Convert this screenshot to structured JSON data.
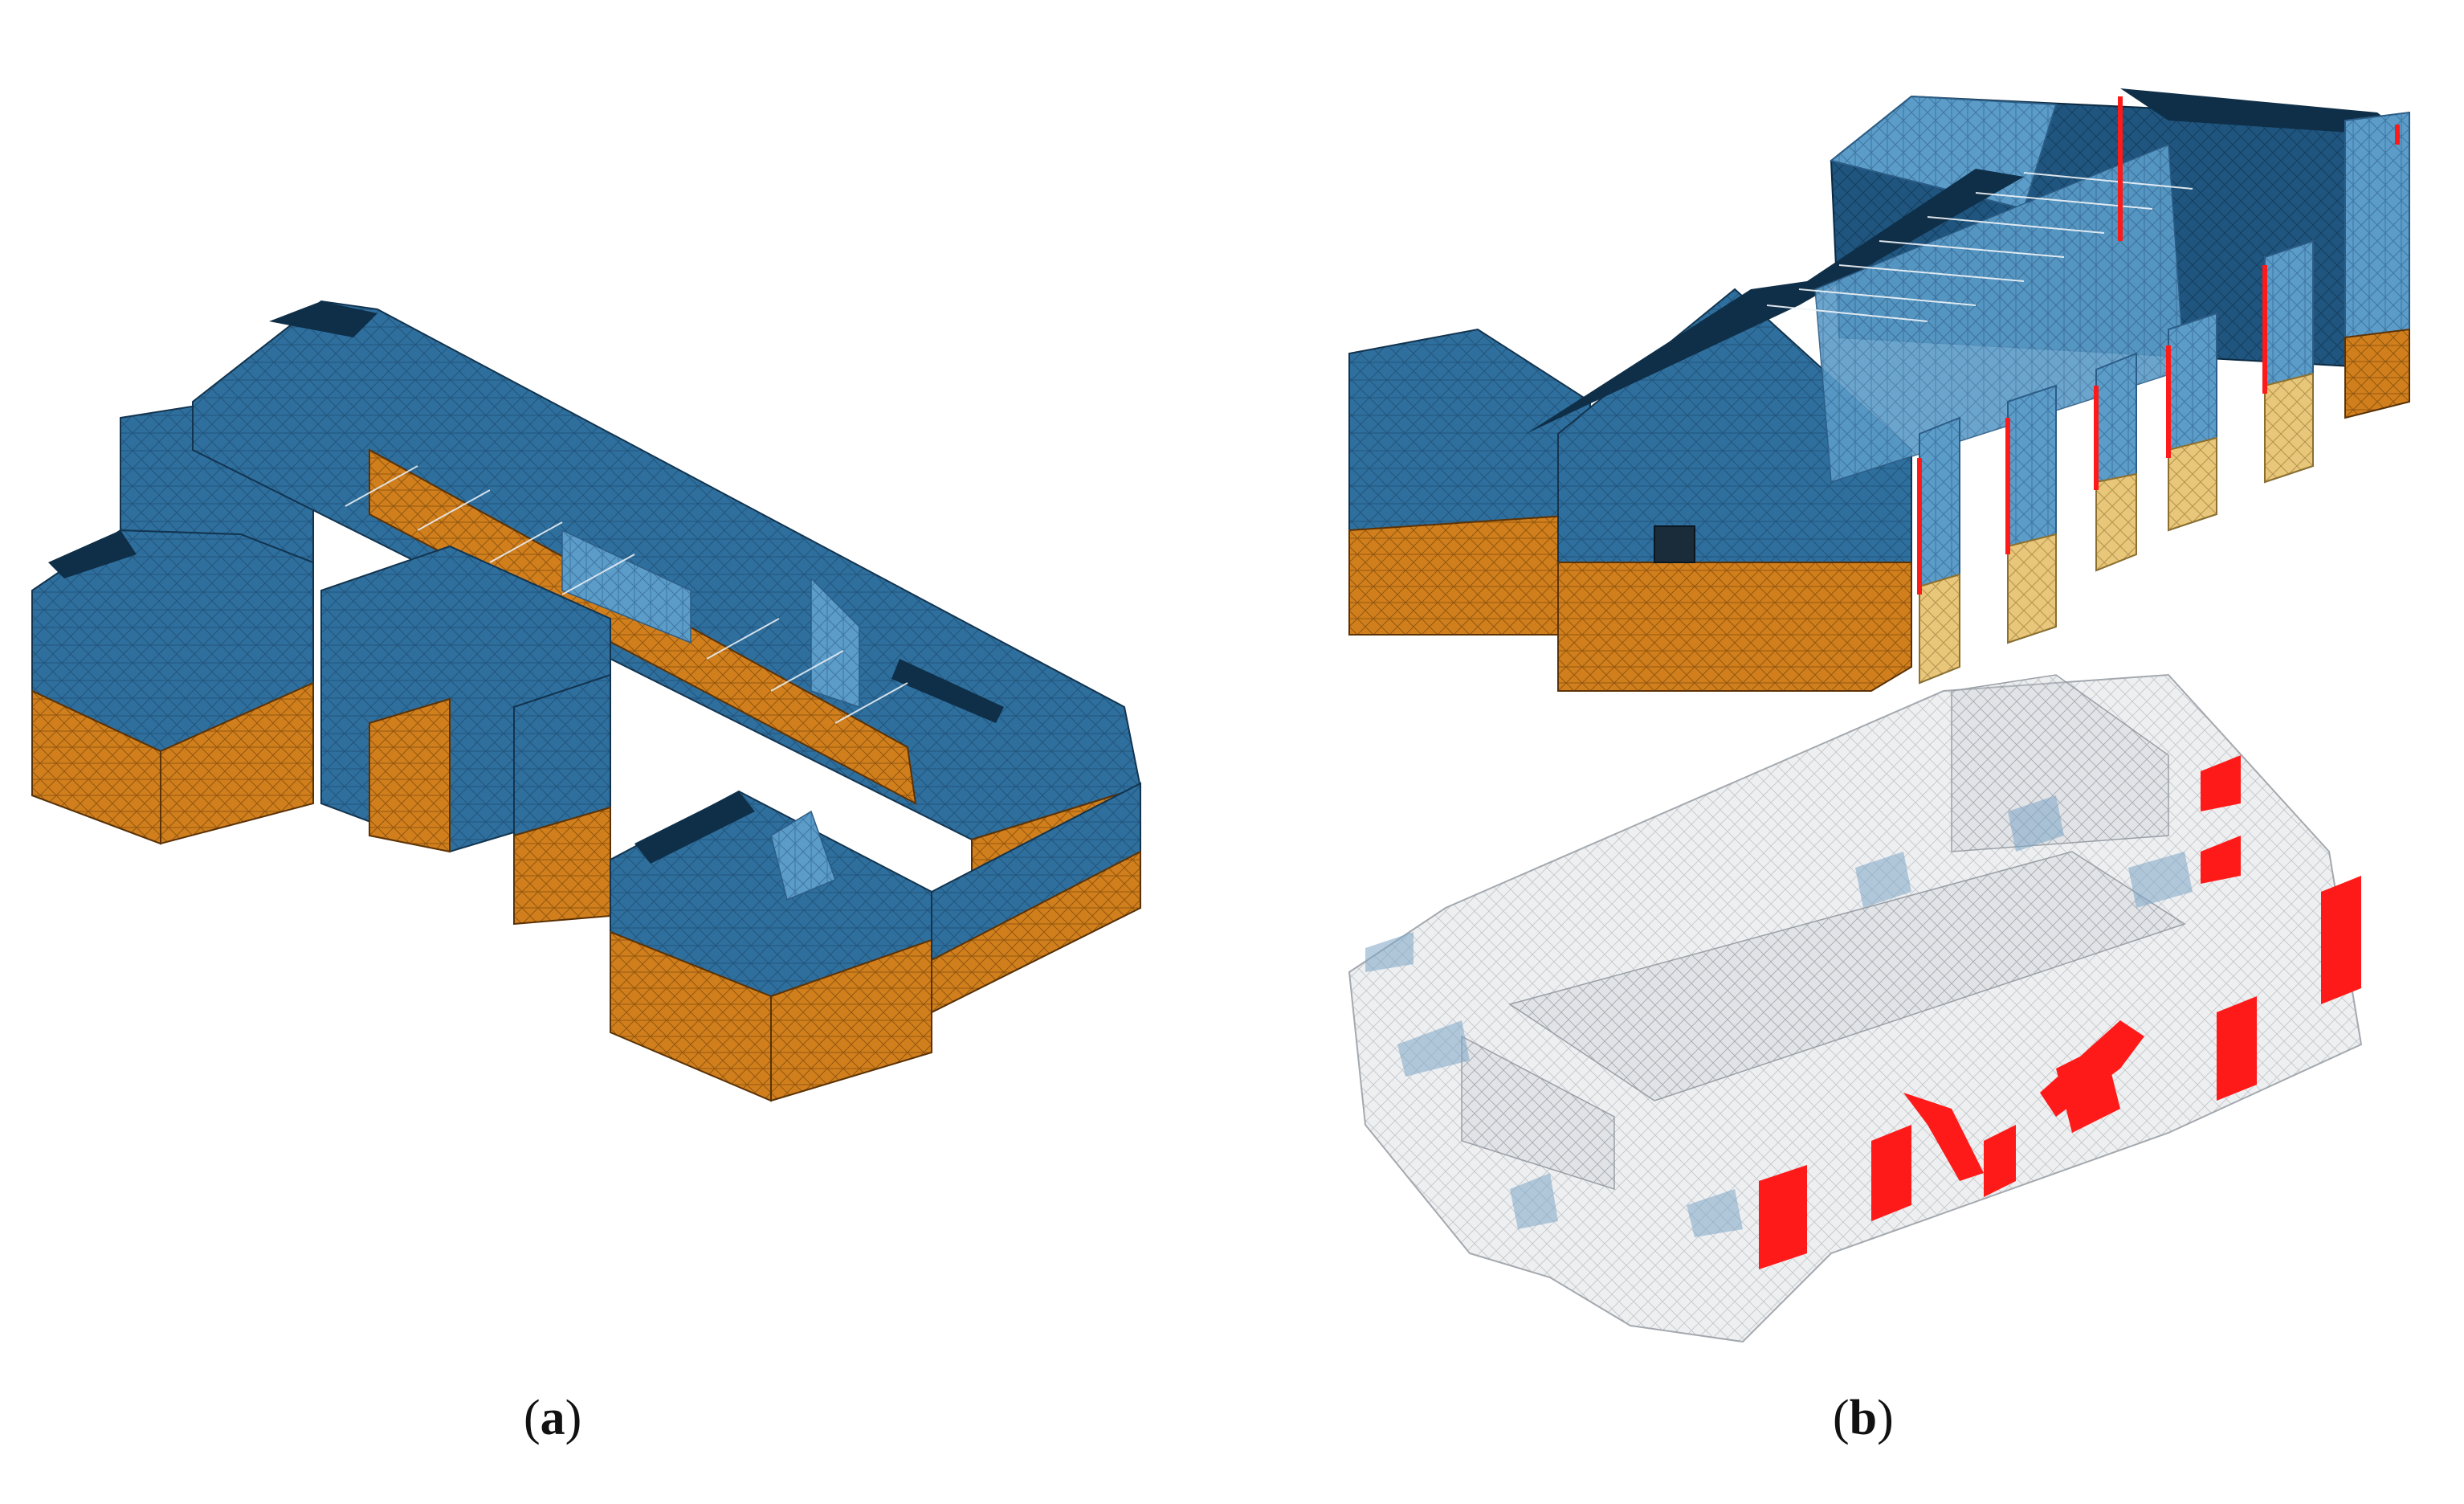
{
  "figure": {
    "panels": [
      {
        "id": "a",
        "caption_open": "(",
        "caption_letter": "a",
        "caption_close": ")"
      },
      {
        "id": "b",
        "caption_open": "(",
        "caption_letter": "b",
        "caption_close": ")"
      }
    ],
    "colors": {
      "blue_mesh": "#2e6f9e",
      "blue_light": "#5b9cc9",
      "blue_dark": "#1d4e73",
      "orange_mesh": "#d17f1c",
      "orange_light": "#e2a24a",
      "tan_mesh": "#e8c77a",
      "red_highlight": "#ff1a1a",
      "ghost_gray": "#b8bcc2"
    }
  }
}
